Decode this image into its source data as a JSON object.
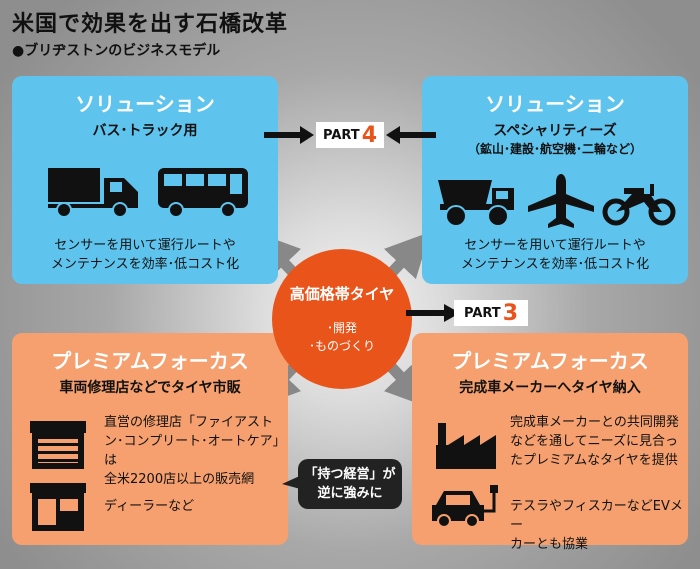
{
  "title": "米国で効果を出す石橋改革",
  "subtitle": "●ブリヂストンのビジネスモデル",
  "top_left": {
    "heading": "ソリューション",
    "sub": "バス･トラック用",
    "desc_line1": "センサーを用いて運行ルートや",
    "desc_line2": "メンテナンスを効率･低コスト化",
    "icons": [
      "truck-icon",
      "bus-icon"
    ]
  },
  "top_right": {
    "heading": "ソリューション",
    "sub": "スペシャリティーズ",
    "sub2": "（鉱山･建設･航空機･二輪など）",
    "desc_line1": "センサーを用いて運行ルートや",
    "desc_line2": "メンテナンスを効率･低コスト化",
    "icons": [
      "dump-truck-icon",
      "airplane-icon",
      "motorcycle-icon"
    ]
  },
  "part4": {
    "label": "PART",
    "num": "4"
  },
  "part3": {
    "label": "PART",
    "num": "3"
  },
  "hub": {
    "title": "高価格帯タイヤ",
    "item1": "･開発",
    "item2": "･ものづくり"
  },
  "bottom_left": {
    "heading": "プレミアムフォーカス",
    "sub": "車両修理店などでタイヤ市販",
    "text1_line1": "直営の修理店「ファイアスト",
    "text1_line2": "ン･コンプリート･オートケア」は",
    "text1_line3": "全米2200店以上の販売網",
    "text2": "ディーラーなど",
    "icons": [
      "repair-shop-icon",
      "dealer-store-icon"
    ]
  },
  "bottom_right": {
    "heading": "プレミアムフォーカス",
    "sub": "完成車メーカーへタイヤ納入",
    "text1_line1": "完成車メーカーとの共同開発",
    "text1_line2": "などを通してニーズに見合っ",
    "text1_line3": "たプレミアムなタイヤを提供",
    "text2_line1": "テスラやフィスカーなどEVメー",
    "text2_line2": "カーとも協業",
    "icons": [
      "factory-icon",
      "ev-car-icon"
    ]
  },
  "bubble": {
    "line1": "「持つ経営」が",
    "line2": "逆に強みに"
  },
  "colors": {
    "blue_box": "#5ec4ee",
    "orange_box": "#f5a06e",
    "hub": "#e9541a",
    "part_number": "#e9541a"
  }
}
